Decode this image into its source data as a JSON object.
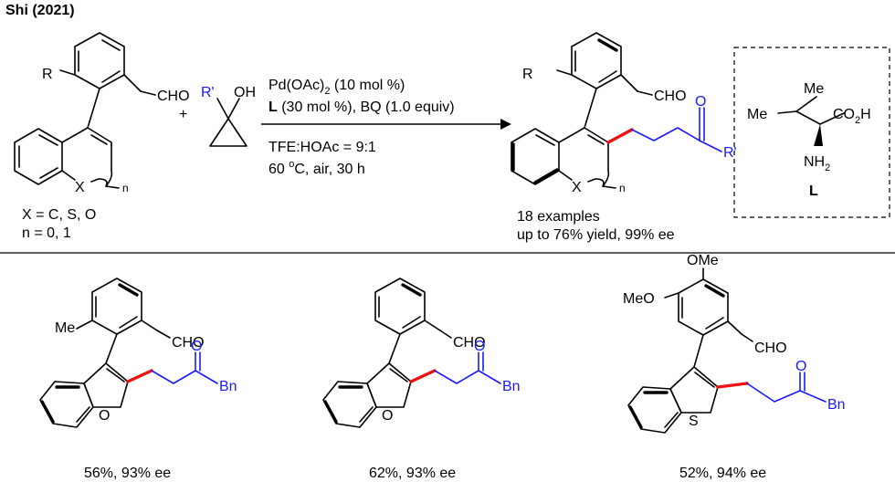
{
  "header": {
    "title": "Shi (2021)"
  },
  "reactant_1": {
    "R": "R",
    "cho": "CHO",
    "x": "X",
    "n": "n",
    "x_note": "X = C, S, O",
    "n_note": "n = 0, 1"
  },
  "plus": "+",
  "reactant_2": {
    "r_prime": "R'",
    "oh": "OH"
  },
  "conditions": {
    "catalyst_main": "Pd(OAc)",
    "catalyst_sub": "2",
    "catalyst_rest": " (10 mol %)",
    "ligand_bold": "L",
    "ligand_rest": " (30 mol %), BQ (1.0 equiv)",
    "solvent": "TFE:HOAc = 9:1",
    "temp_pre": "60 ",
    "temp_sup": "o",
    "temp_post": "C, air, 30 h"
  },
  "product": {
    "R": "R",
    "cho": "CHO",
    "o": "O",
    "r_prime": "R'",
    "x": "X",
    "n": "n",
    "examples": "18 examples",
    "yield": "up to 76% yield, 99% ee"
  },
  "ligand": {
    "me1": "Me",
    "me2": "Me",
    "co2h_main": "CO",
    "co2h_sub": "2",
    "co2h_end": "H",
    "nh2_main": "NH",
    "nh2_sub": "2",
    "label": "L"
  },
  "examples": [
    {
      "me": "Me",
      "cho": "CHO",
      "o_keto": "O",
      "bn": "Bn",
      "hetero": "O",
      "caption": "56%, 93% ee"
    },
    {
      "cho": "CHO",
      "o_keto": "O",
      "bn": "Bn",
      "hetero": "O",
      "caption": "62%, 93% ee"
    },
    {
      "ome_top": "OMe",
      "meo": "MeO",
      "cho": "CHO",
      "o_keto": "O",
      "bn": "Bn",
      "hetero": "S",
      "caption": "52%, 94% ee"
    }
  ]
}
